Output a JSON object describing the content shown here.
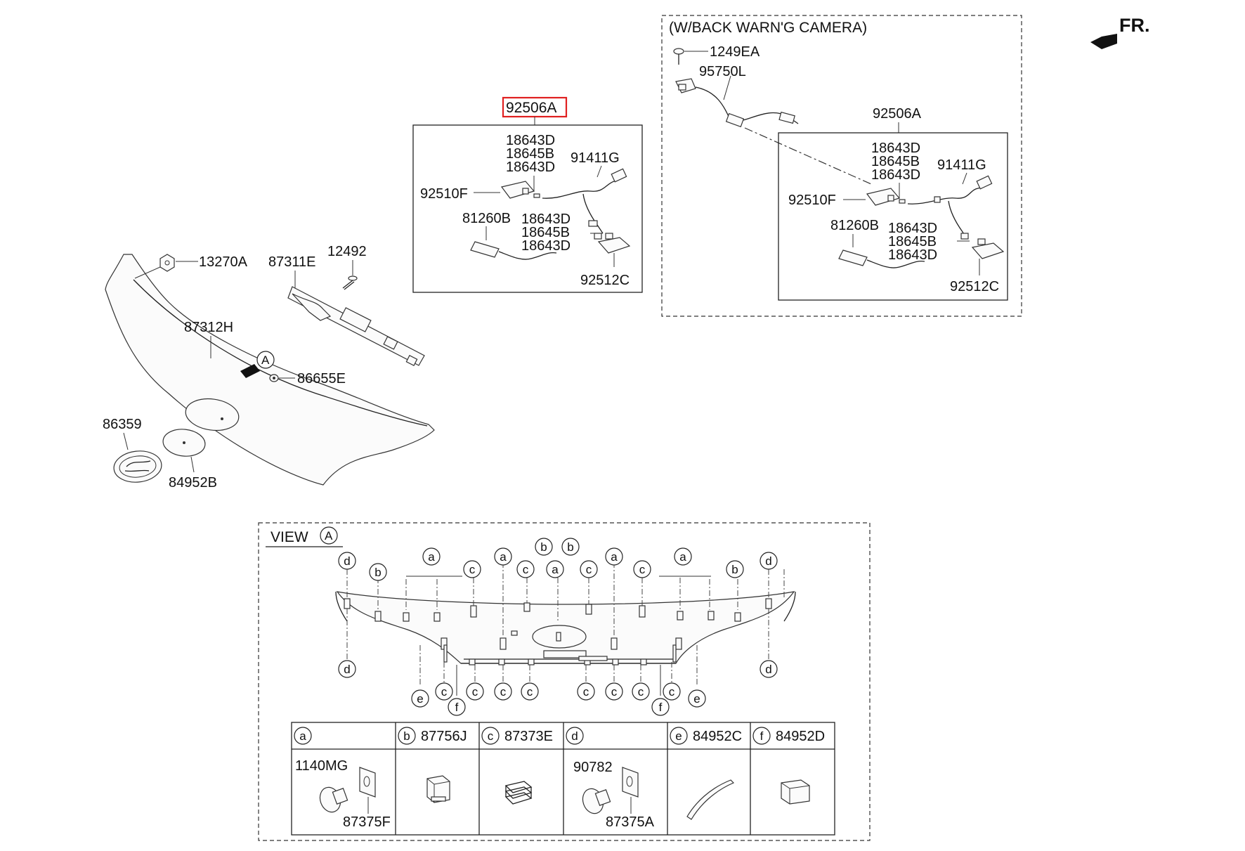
{
  "orientation": {
    "label": "FR.",
    "arrow": "arrow-left-icon"
  },
  "highlight_color": "#e02020",
  "camera_variant": {
    "title": "(W/BACK WARN'G CAMERA)",
    "labels": {
      "screw": "1249EA",
      "camera": "95750L",
      "assembly": "92506A",
      "bulb_a": "18643D",
      "bulb_b": "18645B",
      "bulb_c": "18643D",
      "harness": "91411G",
      "lamp_left": "92510F",
      "lens": "81260B",
      "bulb_d": "18643D",
      "bulb_e": "18645B",
      "bulb_f": "18643D",
      "lamp_right": "92512C"
    }
  },
  "assembly_main": {
    "labels": {
      "assembly": "92506A",
      "bulb_a": "18643D",
      "bulb_b": "18645B",
      "bulb_c": "18643D",
      "harness": "91411G",
      "lamp_left": "92510F",
      "lens": "81260B",
      "bulb_d": "18643D",
      "bulb_e": "18645B",
      "bulb_f": "18643D",
      "lamp_right": "92512C"
    }
  },
  "garnish": {
    "labels": {
      "nut": "13270A",
      "bracket": "87311E",
      "bolt": "12492",
      "garnish": "87312H",
      "clip": "86655E",
      "emblem": "86359",
      "tape": "84952B"
    },
    "view_marker": "A"
  },
  "view_a": {
    "title": "VIEW",
    "marker": "A",
    "top_callouts": [
      "d",
      "b",
      "a",
      "c",
      "a",
      "c",
      "b",
      "b",
      "a",
      "c",
      "a",
      "c",
      "a",
      "b",
      "d"
    ],
    "bottom_callouts": [
      "d",
      "e",
      "c",
      "f",
      "c",
      "c",
      "c",
      "c",
      "c",
      "c",
      "f",
      "c",
      "e",
      "d"
    ]
  },
  "legend": [
    {
      "key": "a",
      "header": "",
      "parts": [
        "1140MG",
        "87375F"
      ]
    },
    {
      "key": "b",
      "header": "87756J",
      "parts": []
    },
    {
      "key": "c",
      "header": "87373E",
      "parts": []
    },
    {
      "key": "d",
      "header": "",
      "parts": [
        "90782",
        "87375A"
      ]
    },
    {
      "key": "e",
      "header": "84952C",
      "parts": []
    },
    {
      "key": "f",
      "header": "84952D",
      "parts": []
    }
  ]
}
